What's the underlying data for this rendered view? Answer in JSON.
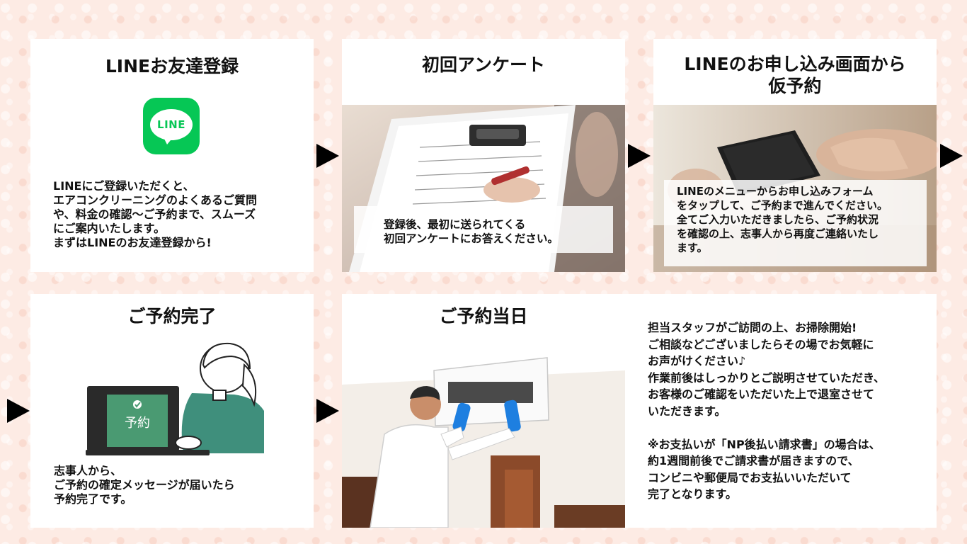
{
  "steps": [
    {
      "title": "LINEお友達登録",
      "logo_text": "LINE",
      "text": "LINEにご登録いただくと、\nエアコンクリーニングのよくあるご質問\nや、料金の確認〜ご予約まで、スムーズ\nにご案内いたします。\nまずはLINEのお友達登録から!"
    },
    {
      "title": "初回アンケート",
      "text": "登録後、最初に送られてくる\n初回アンケートにお答えください。"
    },
    {
      "title": "LINEのお申し込み画面から\n仮予約",
      "text": "LINEのメニューからお申し込みフォーム\nをタップして、ご予約まで進んでください。\n全てご入力いただきましたら、ご予約状況\nを確認の上、志事人から再度ご連絡いたし\nます。"
    },
    {
      "title": "ご予約完了",
      "screen_text": "予約",
      "text": "志事人から、\nご予約の確定メッセージが届いたら\n予約完了です。"
    },
    {
      "title": "ご予約当日",
      "text": "担当スタッフがご訪問の上、お掃除開始!\nご相談などございましたらその場でお気軽に\nお声がけください♪\n作業前後はしっかりとご説明させていただき、\nお客様のご確認をいただいた上で退室させて\nいただきます。\n\n※お支払いが「NP後払い請求書」の場合は、\n約1週間前後でご請求書が届きますので、\nコンビニや郵便局でお支払いいただいて\n完了となります。"
    }
  ],
  "colors": {
    "background": "#fdebe4",
    "line_green": "#06c755",
    "screen_green": "#4a9a72",
    "sweater_green": "#3f8f7c",
    "glove_blue": "#1e7fe0"
  }
}
